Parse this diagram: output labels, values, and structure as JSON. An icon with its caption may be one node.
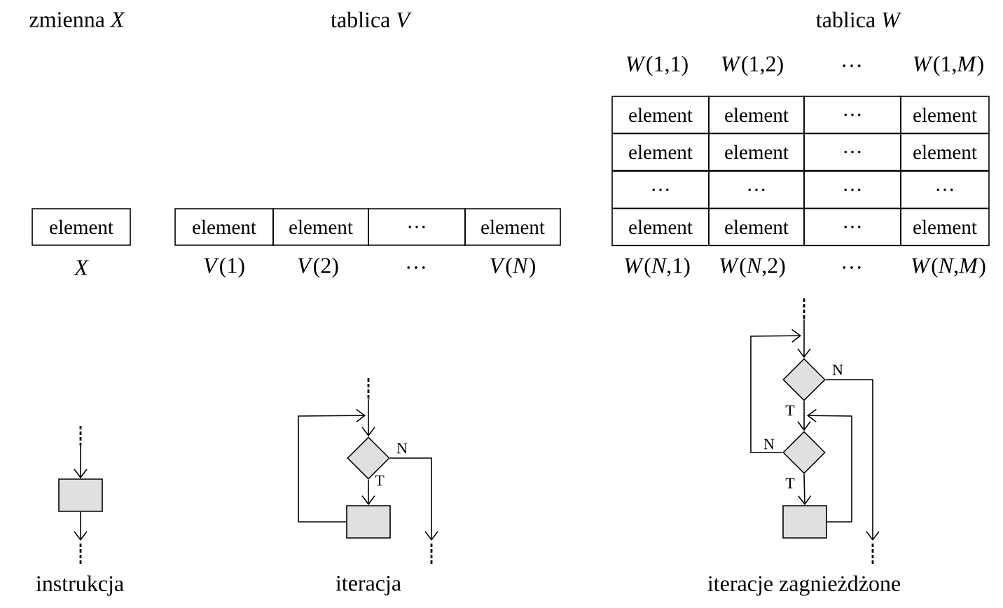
{
  "diagram": {
    "nodes": [
      {
        "text": [
          "element"
        ]
      },
      {
        "text": [
          "element"
        ]
      },
      {
        "text": [
          "element"
        ]
      },
      {
        "text": [
          "…"
        ]
      },
      {
        "text": [
          "element"
        ]
      },
      {
        "text": [
          "element"
        ]
      },
      {
        "text": [
          "element"
        ]
      },
      {
        "text": [
          "…"
        ]
      },
      {
        "text": [
          "element"
        ]
      },
      {
        "text": [
          "element"
        ]
      },
      {
        "text": [
          "element"
        ]
      },
      {
        "text": [
          "…"
        ]
      },
      {
        "text": [
          "element"
        ]
      },
      {
        "text": [
          "…"
        ]
      },
      {
        "text": [
          "…"
        ]
      },
      {
        "text": [
          "…"
        ]
      },
      {
        "text": [
          "…"
        ]
      },
      {
        "text": [
          "element"
        ]
      },
      {
        "text": [
          "element"
        ]
      },
      {
        "text": [
          "…"
        ]
      },
      {
        "text": [
          "element"
        ]
      },
      {
        "text": [],
        "shape": "box"
      },
      {
        "text": [],
        "shape": "diamond"
      },
      {
        "text": [],
        "shape": "box"
      },
      {
        "text": [],
        "shape": "diamond"
      },
      {
        "text": [],
        "shape": "diamond"
      },
      {
        "text": [],
        "shape": "box"
      }
    ],
    "edges": [
      {
        "from": null,
        "to": 21,
        "arrow": "to"
      },
      {
        "from": 21,
        "to": null,
        "arrow": "to"
      },
      {
        "from": null,
        "to": 22,
        "arrow": "to"
      },
      {
        "from": 22,
        "to": 23,
        "arrow": "to",
        "label": "T"
      },
      {
        "from": 23,
        "to": 22,
        "arrow": "to"
      },
      {
        "from": 22,
        "to": null,
        "arrow": "to",
        "label": "N"
      },
      {
        "from": null,
        "to": 24,
        "arrow": "to"
      },
      {
        "from": 24,
        "to": 25,
        "arrow": "to",
        "label": "T"
      },
      {
        "from": 25,
        "to": 26,
        "arrow": "to",
        "label": "T"
      },
      {
        "from": 26,
        "to": 25,
        "arrow": "to"
      },
      {
        "from": 25,
        "to": 24,
        "arrow": "to",
        "label": "N"
      },
      {
        "from": 24,
        "to": null,
        "arrow": "to",
        "label": "N"
      }
    ],
    "labels": [
      "zmienna *X*",
      "tablica *V*",
      "tablica *W*",
      "*W*(1,1)",
      "*W*(1,2)",
      "…",
      "*W*(1,*M*)",
      "X",
      "*V*(1)",
      "*V*(2)",
      "…",
      "*V*(*N*)",
      "*W*(*N*,1)",
      "*W*(*N*,2)",
      "…",
      "*W*(*N*,*M*)",
      "instrukcja",
      "iteracja",
      "iteracje zagnieżdżone"
    ]
  }
}
